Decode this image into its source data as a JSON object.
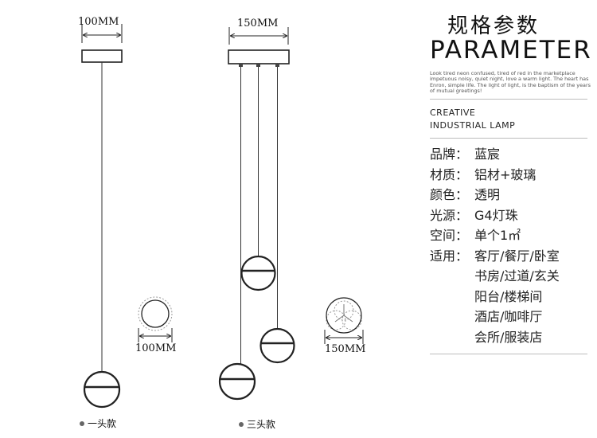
{
  "dimensions": {
    "single_top": "100MM",
    "triple_top": "150MM",
    "single_bottom": "100MM",
    "triple_bottom": "150MM"
  },
  "captions": {
    "single": "一头款",
    "triple": "三头款"
  },
  "panel": {
    "title_cn": "规格参数",
    "title_en": "PARAMETER",
    "blurb": "Look tired neon confused, tired of red in the marketplace impetuous noisy, quiet night, love a warm light. The heart has Enron, simple life. The light of light, is the baptism of the years of mutual greetings!",
    "sub1": "CREATIVE",
    "sub2": "INDUSTRIAL LAMP"
  },
  "specs": [
    {
      "key": "品牌：",
      "value": "蓝宸"
    },
    {
      "key": "材质：",
      "value": "铝材+玻璃"
    },
    {
      "key": "颜色：",
      "value": "透明"
    },
    {
      "key": "光源：",
      "value": "G4灯珠"
    },
    {
      "key": "空间：",
      "value": "单个1㎡"
    },
    {
      "key": "适用：",
      "value": "客厅/餐厅/卧室"
    },
    {
      "key": "",
      "value": "书房/过道/玄关"
    },
    {
      "key": "",
      "value": "阳台/楼梯间"
    },
    {
      "key": "",
      "value": "酒店/咖啡厅"
    },
    {
      "key": "",
      "value": "会所/服装店"
    }
  ],
  "colors": {
    "line": "#222222",
    "divider": "#bdbdbd",
    "blurb": "#555555"
  }
}
